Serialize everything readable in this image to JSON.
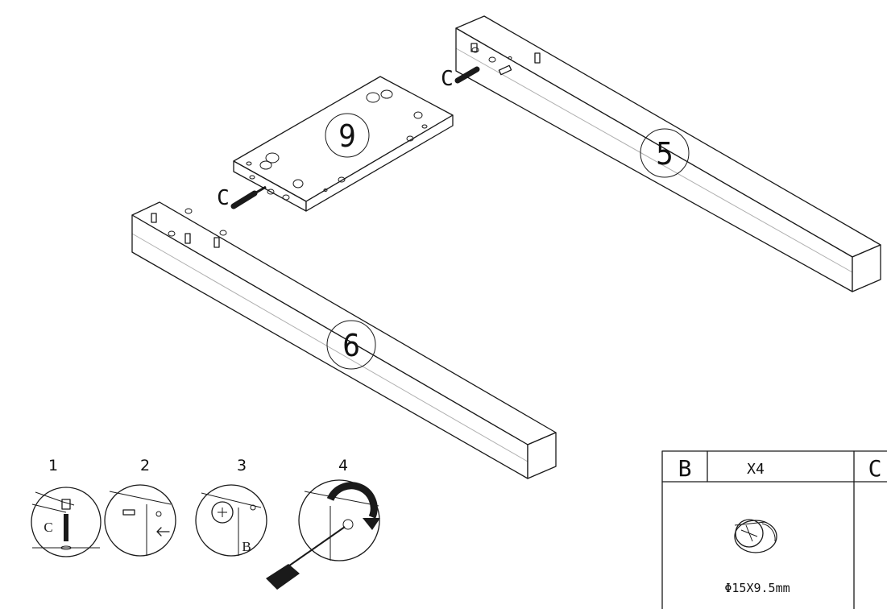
{
  "parts": {
    "part_9": "9",
    "part_5": "5",
    "part_6": "6"
  },
  "fittings": {
    "c_label_top": "C",
    "c_label_mid": "C"
  },
  "steps": [
    {
      "number": "1",
      "inner_label": "C"
    },
    {
      "number": "2",
      "inner_label": ""
    },
    {
      "number": "3",
      "inner_label": "B"
    },
    {
      "number": "4",
      "inner_label": ""
    }
  ],
  "hardware_table": {
    "b_code": "B",
    "b_qty": "X4",
    "c_code": "C",
    "b_dimension": "Φ15X9.5mm"
  },
  "colors": {
    "line": "#1a1a1a",
    "background": "#ffffff"
  }
}
